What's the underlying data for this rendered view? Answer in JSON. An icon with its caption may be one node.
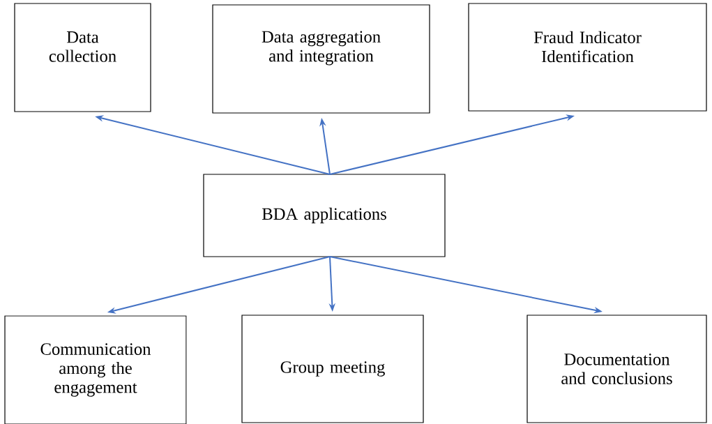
{
  "diagram": {
    "nodes": [
      {
        "text": [
          "Data collection"
        ]
      },
      {
        "text": [
          "Data aggregation and integration"
        ]
      },
      {
        "text": [
          "Fraud Indicator Identification"
        ]
      },
      {
        "text": [
          "BDA applications"
        ]
      },
      {
        "text": [
          "Communication among the engagement"
        ]
      },
      {
        "text": [
          "Group meeting"
        ]
      },
      {
        "text": [
          "Documentation and conclusions"
        ]
      }
    ],
    "edges": [
      {
        "from": 3,
        "to": 0,
        "arrow": "to"
      },
      {
        "from": 3,
        "to": 1,
        "arrow": "to"
      },
      {
        "from": 3,
        "to": 2,
        "arrow": "to"
      },
      {
        "from": 3,
        "to": 4,
        "arrow": "to"
      },
      {
        "from": 3,
        "to": 5,
        "arrow": "to"
      },
      {
        "from": 3,
        "to": 6,
        "arrow": "to"
      }
    ]
  }
}
